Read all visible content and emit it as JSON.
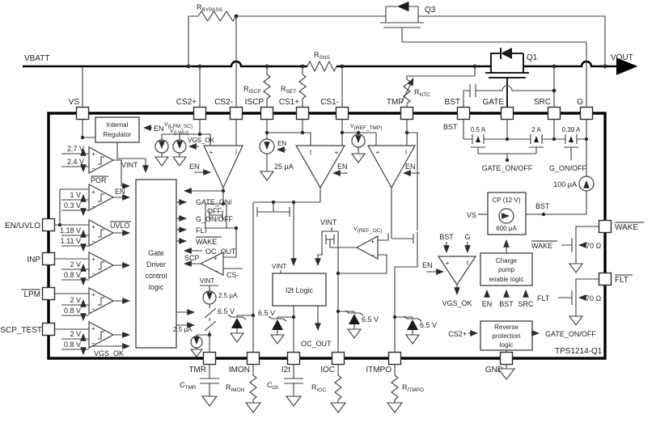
{
  "part": {
    "number": "TPS1214-Q1"
  },
  "pins": {
    "top": [
      "VS",
      "CS2+",
      "CS2-",
      "ISCP",
      "CS1+",
      "CS1-",
      "TMP",
      "BST",
      "GATE",
      "SRC",
      "G"
    ],
    "bottom": [
      "TMR",
      "IMON",
      "I2t",
      "IOC",
      "ITMPO",
      "GND"
    ],
    "left": [
      "EN/UVLO",
      "INP",
      "LPM",
      "SCP_TEST"
    ],
    "right": [
      "WAKE",
      "FLT"
    ]
  },
  "nets": {
    "vbatt": "VBATT",
    "vout": "VOUT",
    "vint": "VINT",
    "vs": "VS",
    "en": "EN",
    "bst": "BST",
    "g": "G",
    "src": "SRC",
    "gate_on_1": "GATE_ON/",
    "gate_on_2": "OFF",
    "gate_on_off": "GATE_ON/OFF",
    "g_on_off": "G_ON/OFF",
    "flt": "FLT",
    "wake": "WAKE",
    "oc_out": "OC_OUT",
    "scp": "SCP",
    "cs_minus": "CS-",
    "vgs_ok": "VGS_OK",
    "uvlo": "UVLO",
    "por": "POR"
  },
  "blocks": {
    "internal_regulator": [
      "Internal",
      "Regulator"
    ],
    "gate_driver": [
      "Gate",
      "Driver",
      "control",
      "logic"
    ],
    "i2t_logic": "I2t Logic",
    "charge_pump": [
      "Charge",
      "pump",
      "enable logic"
    ],
    "cp": {
      "title": "CP (12 V)",
      "current": "600 µA"
    },
    "reverse": [
      "Reverse",
      "protection",
      "logic"
    ]
  },
  "comparators": {
    "por": {
      "hi": "2.7 V",
      "lo": "2.4 V"
    },
    "en": {
      "hi": "1 V",
      "lo": "0.3 V"
    },
    "uvlo": {
      "hi": "1.18 V",
      "lo": "1.11 V"
    },
    "inp": {
      "hi": "2 V",
      "lo": "0.8 V"
    },
    "lpm": {
      "hi": "2 V",
      "lo": "0.8 V"
    },
    "scp_test": {
      "hi": "2 V",
      "lo": "0.8 V"
    }
  },
  "values": {
    "i_scp": "25 µA",
    "i_tmr": "2.5 µA",
    "i_tmr_sink": "2.5 µA",
    "i_wake": "100 µA",
    "fet_bst": "0.5 A",
    "fet_gate": "2 A",
    "fet_g": "0.39 A",
    "r_wake": "70 Ω",
    "r_flt": "70 Ω",
    "zener": "6.5 V"
  },
  "components": {
    "q1": "Q1",
    "q3": "Q3",
    "r_bypass": {
      "p": "R",
      "s": "BYPASS"
    },
    "r_sns": {
      "p": "R",
      "s": "SNS"
    },
    "r_iscp": {
      "p": "R",
      "s": "ISCP"
    },
    "r_set": {
      "p": "R",
      "s": "SET"
    },
    "r_ntc": {
      "p": "R",
      "s": "NTC"
    },
    "c_tmr": {
      "p": "C",
      "s": "TMR"
    },
    "r_imon": {
      "p": "R",
      "s": "IMON"
    },
    "c_i2t": {
      "p": "C",
      "s": "I2t"
    },
    "r_ioc": {
      "p": "R",
      "s": "IOC"
    },
    "r_itmpo": {
      "p": "R",
      "s": "ITMPO"
    },
    "v_lpm_sc": {
      "p": "V",
      "s": "(LPM_SC)"
    },
    "v_lwu": {
      "p": "V",
      "s": "(LWU)"
    },
    "v_ref_tmp": {
      "p": "V",
      "s": "(REF_TMP)"
    },
    "v_ref_oc": {
      "p": "V",
      "s": "(REF_OC)"
    }
  },
  "amp": {
    "plus": "+",
    "minus": "−",
    "i": "I"
  },
  "colors": {
    "wire": "#3d3d3d",
    "power": "#000000",
    "text": "#1f1f1f",
    "background": "#ffffff"
  }
}
